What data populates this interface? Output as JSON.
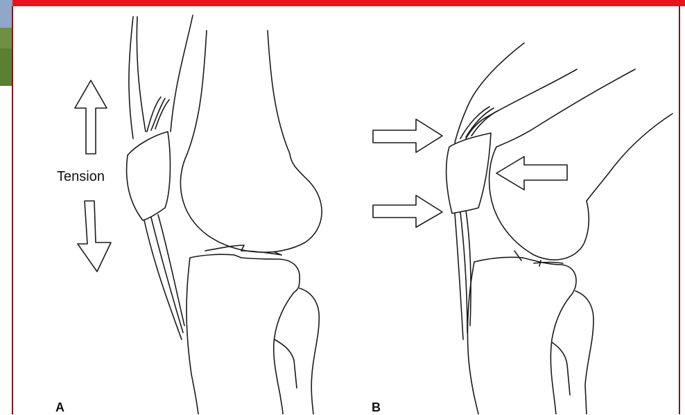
{
  "colors": {
    "banner": "#e8141b",
    "frame": "#7a1a1a",
    "line": "#1a1a1a",
    "photo_corner": "#4f7a2a"
  },
  "labels": {
    "tension": "Tension",
    "panel_a": "A",
    "panel_b": "B"
  },
  "icons": [
    "arrow-up-icon",
    "arrow-down-icon",
    "arrow-right-icon",
    "arrow-left-icon"
  ]
}
